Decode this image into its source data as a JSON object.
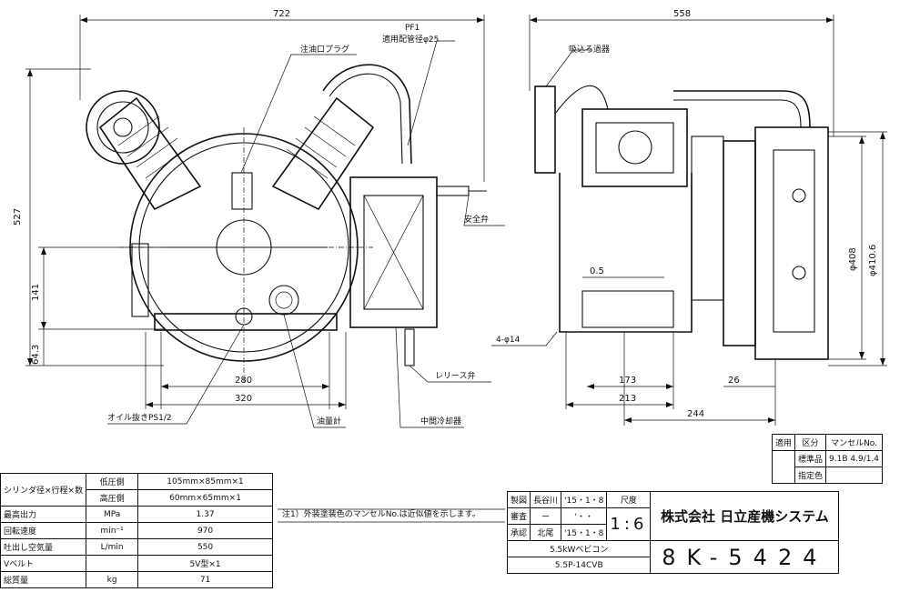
{
  "dimensions": {
    "d722": "722",
    "d558": "558",
    "d527": "527",
    "d141": "141",
    "d64_3": "64.3",
    "d280": "280",
    "d320": "320",
    "d0_5": "0.5",
    "d173": "173",
    "d213": "213",
    "d244": "244",
    "d26": "26",
    "d_phi408": "φ408",
    "d_phi410_6": "φ410.6"
  },
  "callouts": {
    "pf1": "PF1",
    "pipe_dia": "適用配管径φ25",
    "oil_plug": "注油口プラグ",
    "intake_filter": "吸込ろ過器",
    "safety_valve": "安全弁",
    "release_valve": "レリース弁",
    "intercooler": "中間冷却器",
    "oil_gauge": "油量計",
    "oil_drain": "オイル抜きPS1/2",
    "holes": "4-φ14"
  },
  "spec_table": {
    "bore_label": "シリンダ径×行程×数",
    "low_side": "低圧側",
    "high_side": "高圧側",
    "low_value": "105mm×85mm×1",
    "high_value": "60mm×65mm×1",
    "rows": [
      {
        "item": "最高出力",
        "unit": "MPa",
        "value": "1.37"
      },
      {
        "item": "回転速度",
        "unit": "min⁻¹",
        "value": "970"
      },
      {
        "item": "吐出し空気量",
        "unit": "L/min",
        "value": "550"
      },
      {
        "item": "Vベルト",
        "unit": "",
        "value": "5V型×1"
      },
      {
        "item": "総質量",
        "unit": "kg",
        "value": "71"
      }
    ]
  },
  "note": "注1）外装塗装色のマンセルNo.は近似値を示します。",
  "usage_table": {
    "headers": [
      "適用",
      "区分",
      "マンセルNo."
    ],
    "standard_label": "標準品",
    "standard_value": "9.1B 4.9/1.4",
    "specified_label": "指定色"
  },
  "title_block": {
    "drawn_label": "製図",
    "drawn_name": "長谷川",
    "drawn_date": "'15・1・8",
    "checked_label": "審査",
    "checked_name": "ー",
    "checked_date": "'・・",
    "approved_label": "承認",
    "approved_name": "北尾",
    "approved_date": "'15・1・8",
    "scale_label": "尺度",
    "scale_value": "1:6",
    "company": "株式会社 日立産機システム",
    "product_1": "5.5kWベビコン",
    "product_2": "5.5P-14CVB",
    "drawing_no": "8K-5424"
  }
}
